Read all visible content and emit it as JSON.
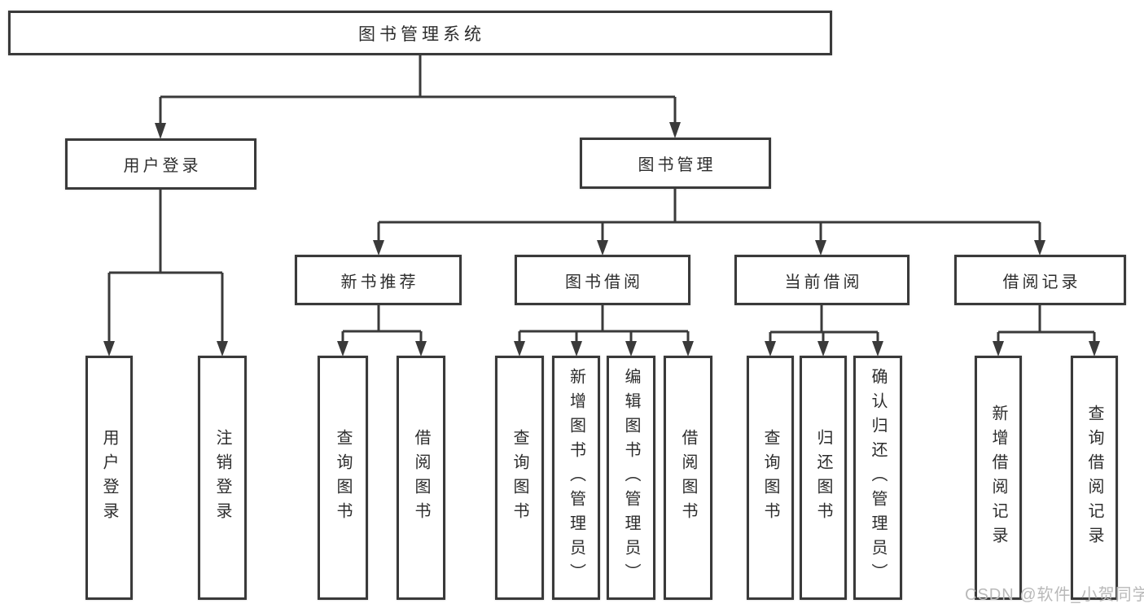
{
  "tree": {
    "label": "图书管理系统",
    "children": [
      {
        "label": "用户登录",
        "children": [
          {
            "label": "用户登录"
          },
          {
            "label": "注销登录"
          }
        ]
      },
      {
        "label": "图书管理",
        "children": [
          {
            "label": "新书推荐",
            "children": [
              {
                "label": "查询图书"
              },
              {
                "label": "借阅图书"
              }
            ]
          },
          {
            "label": "图书借阅",
            "children": [
              {
                "label": "查询图书"
              },
              {
                "label": "新增图书（管理员）"
              },
              {
                "label": "编辑图书（管理员）"
              },
              {
                "label": "借阅图书"
              }
            ]
          },
          {
            "label": "当前借阅",
            "children": [
              {
                "label": "查询图书"
              },
              {
                "label": "归还图书"
              },
              {
                "label": "确认归还（管理员）"
              }
            ]
          },
          {
            "label": "借阅记录",
            "children": [
              {
                "label": "新增借阅记录"
              },
              {
                "label": "查询借阅记录"
              }
            ]
          }
        ]
      }
    ]
  },
  "watermark": "CSDN @软件_小贺同学",
  "colors": {
    "line": "#3a3a3a",
    "text": "#2d2d2d",
    "background": "#ffffff",
    "watermark": "#b9b9b9"
  }
}
